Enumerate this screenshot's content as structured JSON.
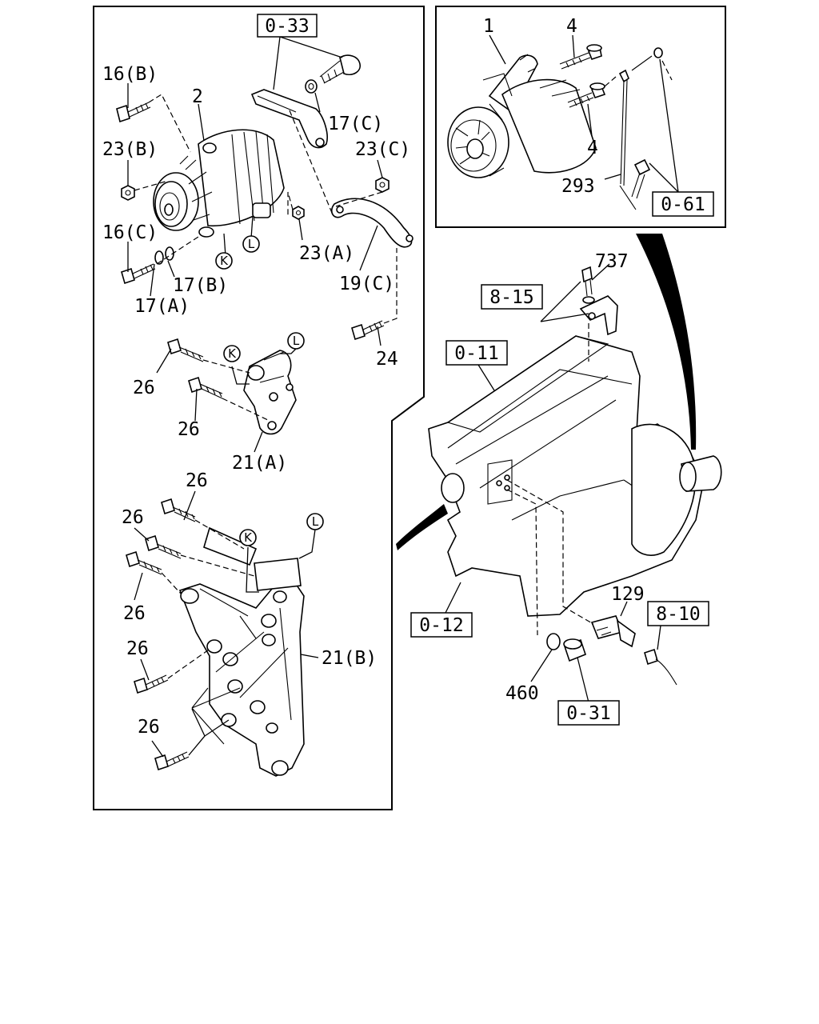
{
  "callouts": {
    "c_0_33": "0-33",
    "c_16b": "16(B)",
    "c_2": "2",
    "c_17c": "17(C)",
    "c_23b": "23(B)",
    "c_23c": "23(C)",
    "c_16c": "16(C)",
    "c_23a": "23(A)",
    "c_19c": "19(C)",
    "c_17b": "17(B)",
    "c_17a": "17(A)",
    "c_24": "24",
    "c_26_a": "26",
    "c_26_b": "26",
    "c_21a": "21(A)",
    "c_26_c": "26",
    "c_26_d": "26",
    "c_26_e": "26",
    "c_26_f": "26",
    "c_21b": "21(B)",
    "c_26_g": "26",
    "c_1": "1",
    "c_4_top": "4",
    "c_4_bot": "4",
    "c_293": "293",
    "c_0_61": "0-61",
    "c_737": "737",
    "c_8_15": "8-15",
    "c_0_11": "0-11",
    "c_129": "129",
    "c_8_10": "8-10",
    "c_0_12": "0-12",
    "c_460": "460",
    "c_0_31": "0-31"
  },
  "circle_marks": {
    "k1": "K",
    "l1": "L",
    "k2": "K",
    "l2": "L",
    "k3": "K",
    "l3": "L"
  }
}
